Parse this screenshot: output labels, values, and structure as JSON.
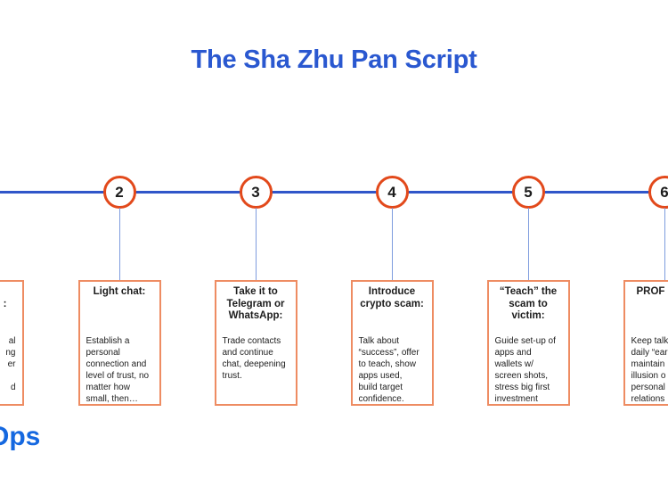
{
  "title": "The Sha Zhu Pan Script",
  "logo": {
    "visible_text": "Ops"
  },
  "colors": {
    "title_blue": "#2A58D0",
    "timeline_blue": "#3056C9",
    "connector_blue": "#7E9CDE",
    "circle_border_orange": "#E2491B",
    "box_border_orange": "#EE8C62",
    "logo_blue": "#1568E0"
  },
  "timeline": {
    "steps": [
      {
        "number": "",
        "clipped": "left",
        "header_lines": [
          "",
          ":"
        ],
        "body_lines": [
          "al",
          "ng",
          "er",
          "",
          "d"
        ]
      },
      {
        "number": "2",
        "header_lines": [
          "Light chat:"
        ],
        "body_lines": [
          "Establish a",
          "personal",
          "connection and",
          "level of trust, no",
          "matter how",
          "small, then…"
        ]
      },
      {
        "number": "3",
        "header_lines": [
          "Take it to",
          "Telegram or",
          "WhatsApp:"
        ],
        "body_lines": [
          "Trade contacts",
          "and continue",
          "chat, deepening",
          "trust."
        ]
      },
      {
        "number": "4",
        "header_lines": [
          "Introduce",
          "crypto scam:"
        ],
        "body_lines": [
          "Talk about",
          "“success”, offer",
          "to teach, show",
          "apps used,",
          "build target",
          "confidence."
        ]
      },
      {
        "number": "5",
        "header_lines": [
          "“Teach” the",
          "scam to",
          "victim:"
        ],
        "body_lines": [
          "Guide set-up of",
          "apps and",
          "wallets w/",
          "screen shots,",
          "stress big first",
          "investment"
        ]
      },
      {
        "number": "6",
        "clipped": "right",
        "header_lines": [
          "PROF"
        ],
        "body_lines": [
          "Keep talk",
          "daily “ear",
          "maintain",
          "illusion o",
          "personal",
          "relations"
        ]
      }
    ]
  }
}
